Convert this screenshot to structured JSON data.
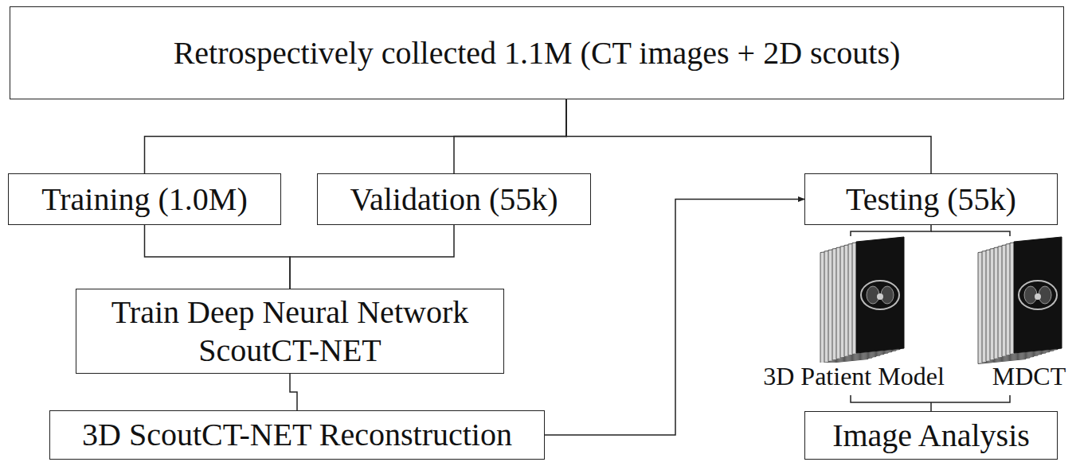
{
  "diagram": {
    "nodes": [
      {
        "text": [
          "Retrospectively collected 1.1M (CT images + 2D scouts)"
        ]
      },
      {
        "text": [
          "Training (1.0M)"
        ]
      },
      {
        "text": [
          "Validation (55k)"
        ]
      },
      {
        "text": [
          "Testing (55k)"
        ]
      },
      {
        "text": [
          "Train Deep Neural Network ScoutCT-NET"
        ]
      },
      {
        "text": [
          "3D ScoutCT-NET Reconstruction"
        ]
      },
      {
        "text": [
          "Image Analysis"
        ]
      }
    ],
    "edges": [
      {
        "from": 0,
        "to": 1,
        "arrow": "none"
      },
      {
        "from": 0,
        "to": 2,
        "arrow": "none"
      },
      {
        "from": 0,
        "to": 3,
        "arrow": "none"
      },
      {
        "from": 1,
        "to": 4,
        "arrow": "none"
      },
      {
        "from": 2,
        "to": 4,
        "arrow": "none"
      },
      {
        "from": 4,
        "to": 5,
        "arrow": "none"
      },
      {
        "from": 5,
        "to": 3,
        "arrow": "to"
      }
    ],
    "labels": [
      "3D Patient Model",
      "MDCT"
    ]
  }
}
